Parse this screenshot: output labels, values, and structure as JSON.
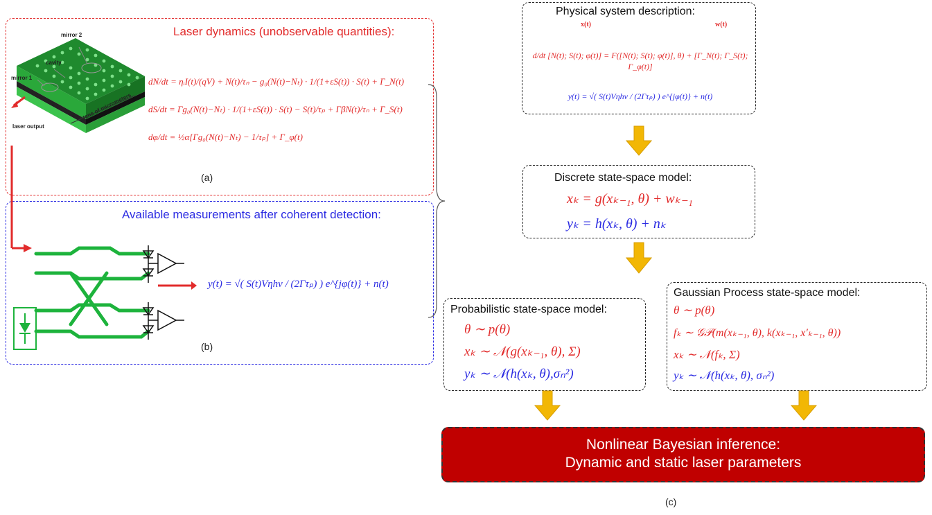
{
  "panel_a": {
    "title": "Laser dynamics (unobservable quantities):",
    "caption": "(a)",
    "chip_labels": {
      "mirror1": "mirror 1",
      "mirror2": "mirror 2",
      "cavity": "cavity",
      "output": "laser output",
      "scale": "tens of micrometers"
    },
    "eq1": "dN/dt = ηᵢI(t)/(qV) + N(t)/τₙ − g₀(N(t)−Nₜ) · 1/(1+εS(t)) · S(t) + Γ_N(t)",
    "eq2": "dS/dt = Γg₀(N(t)−Nₜ) · 1/(1+εS(t)) · S(t) − S(t)/τₚ + ΓβN(t)/τₙ + Γ_S(t)",
    "eq3": "dφ/dt = ½α[Γg₀(N(t)−Nₜ) − 1/τₚ] + Γ_φ(t)"
  },
  "panel_b": {
    "title": "Available measurements after coherent detection:",
    "caption": "(b)",
    "eq": "y(t) = √( S(t)Vηhν / (2Γτₚ) ) e^{jφ(t)} + n(t)"
  },
  "physical": {
    "title": "Physical system description:",
    "eq_state": "d/dt [N(t); S(t); φ(t)] = F([N(t); S(t); φ(t)], θ) + [Γ_N(t); Γ_S(t); Γ_φ(t)]",
    "brace_x": "x(t)",
    "brace_w": "w(t)",
    "eq_meas": "y(t) = √( S(t)Vηhν / (2Γτₚ) ) e^{jφ(t)} + n(t)"
  },
  "discrete": {
    "title": "Discrete state-space model:",
    "eq1": "xₖ = g(xₖ₋₁, θ) + wₖ₋₁",
    "eq2": "yₖ = h(xₖ, θ) + nₖ"
  },
  "probabilistic": {
    "title": "Probabilistic state-space model:",
    "eq1": "θ ∼ p(θ)",
    "eq2": "xₖ ∼ 𝒩(g(xₖ₋₁, θ), Σ)",
    "eq3": "yₖ ∼ 𝒩(h(xₖ, θ),σₙ²)"
  },
  "gaussian": {
    "title": "Gaussian Process state-space model:",
    "eq1": "θ ∼ p(θ)",
    "eq2": "fₖ ∼ 𝒢𝒫(m(xₖ₋₁, θ), k(xₖ₋₁, x′ₖ₋₁, θ))",
    "eq3": "xₖ ∼ 𝒩(fₖ, Σ)",
    "eq4": "yₖ ∼ 𝒩(h(xₖ, θ), σₙ²)"
  },
  "final": {
    "line1": "Nonlinear Bayesian inference:",
    "line2": "Dynamic and static laser parameters"
  },
  "caption_c": "(c)",
  "colors": {
    "red": "#e22b2b",
    "blue": "#2b2be2",
    "arrow": "#f2b705",
    "final_bg": "#c00000",
    "waveguide": "#1db33c"
  }
}
